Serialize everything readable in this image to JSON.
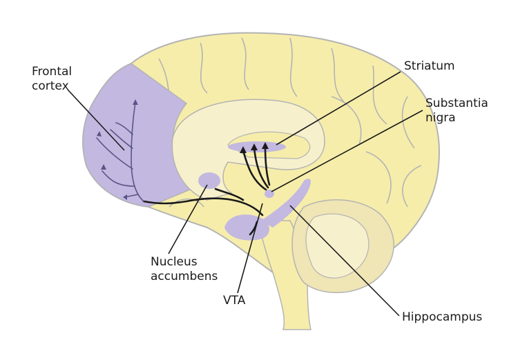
{
  "labels": {
    "frontal_cortex": [
      "Frontal",
      "cortex"
    ],
    "striatum": "Striatum",
    "substantia_nigra": [
      "Substantia",
      "nigra"
    ],
    "nucleus_accumbens": [
      "Nucleus",
      "accumbens"
    ],
    "vta": "VTA",
    "hippocampus": "Hippocampus"
  },
  "colors": {
    "cortex_fill": "#f6edab",
    "cortex_outline": "#b3b3b3",
    "inner_fill": "#f7f0cc",
    "highlight_region": "#c2b8e0",
    "pathway": "#1a1a1a",
    "cerebellum_fill": "#efe5b5",
    "label_text": "#1a1a1a"
  }
}
